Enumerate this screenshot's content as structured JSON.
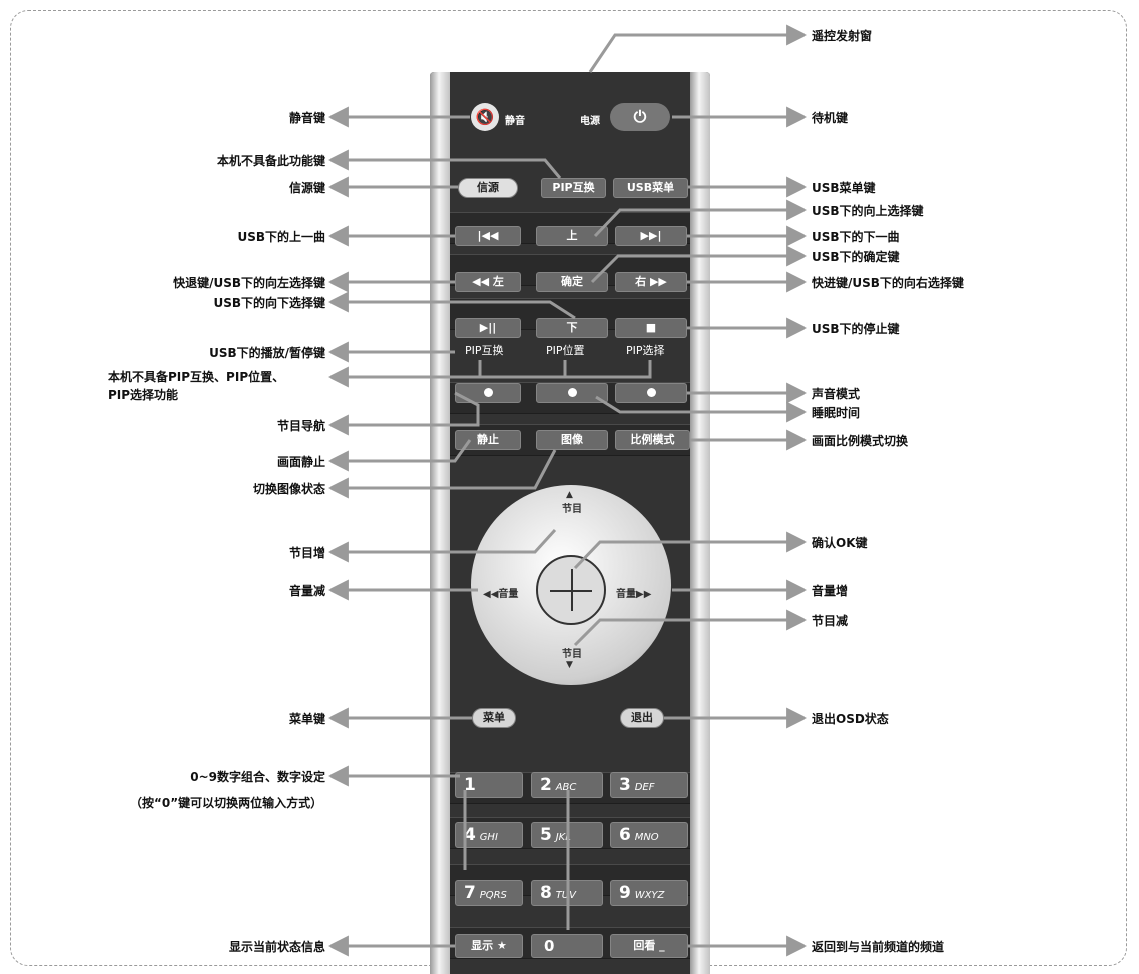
{
  "labels": {
    "infrared": "遥控发射窗",
    "mute_key": "静音键",
    "standby_key": "待机键",
    "no_function_1": "本机不具备此功能键",
    "exit_key": "信源键",
    "usb_menu_key": "USB菜单键",
    "usb_prev": "USB下的上一曲",
    "usb_up": "USB下的向上选择键",
    "usb_next": "USB下的下一曲",
    "usb_confirm": "USB下的确定键",
    "rewind": "快退键/USB下的向左选择键",
    "forward": "快进键/USB下的向右选择键",
    "usb_down": "USB下的向下选择键",
    "usb_stop": "USB下的停止键",
    "usb_play": "USB下的播放/暂停键",
    "pip_no_function": [
      "本机不具备PIP互换、PIP位置、",
      "PIP选择功能"
    ],
    "sound_mode": "声音模式",
    "sleep_time": "睡眠时间",
    "epg": "节目导航",
    "freeze": "画面静止",
    "picture_ratio": "画面比例模式切换",
    "picture_mode": "切换图像状态",
    "ch_up": "节目增",
    "ok_key": "确认OK键",
    "vol_down": "音量减",
    "vol_up": "音量增",
    "ch_down": "节目减",
    "menu": "菜单键",
    "osd_exit": "退出OSD状态",
    "digits": "0~9数字组合、数字设定",
    "digits_note": "（按“0”键可以切换两位输入方式）",
    "display": "显示当前状态信息",
    "return_last": "返回到与当前频道的频道"
  },
  "remote": {
    "mute_btn": "静音",
    "power_lbl": "电源",
    "source_btn": "信源",
    "pip_swap": "PIP互换",
    "usb_menu": "USB菜单",
    "prev": "|◀◀",
    "up": "上",
    "next": "▶▶|",
    "left": "◀◀ 左",
    "ok": "确定",
    "right": "右 ▶▶",
    "play": "▶||",
    "down": "下",
    "stop": "■",
    "pip_a": "PIP互换",
    "pip_b": "PIP位置",
    "pip_c": "PIP选择",
    "freeze": "静止",
    "picture": "图像",
    "ratio": "比例模式",
    "ch_up": "节目",
    "ch_down": "节目",
    "vol_down": "◀◀音量",
    "vol_up": "音量▶▶",
    "menu": "菜单",
    "exit": "退出",
    "d1": "1",
    "d2": "2",
    "d2s": "ABC",
    "d3": "3",
    "d3s": "DEF",
    "d4": "4",
    "d4s": "GHI",
    "d5": "5",
    "d5s": "JKL",
    "d6": "6",
    "d6s": "MNO",
    "d7": "7",
    "d7s": "PQRS",
    "d8": "8",
    "d8s": "TUV",
    "d9": "9",
    "d9s": "WXYZ",
    "display": "显示 ★",
    "zero": "0",
    "return": "回看 _"
  },
  "colors": {
    "body": "#333333",
    "button": "#6a6a6a",
    "leader": "#9a9a9a"
  }
}
